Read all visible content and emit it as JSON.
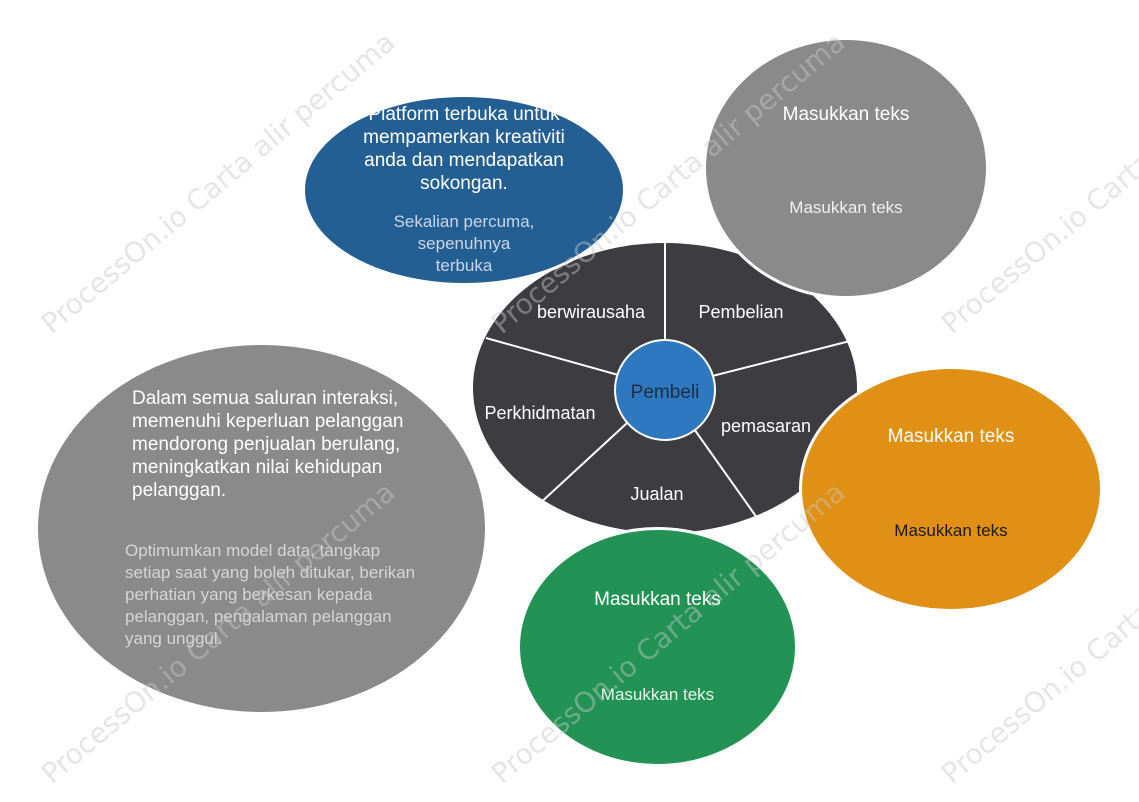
{
  "center": {
    "label": "Pembeli"
  },
  "wheel": {
    "segments": [
      "berwirausaha",
      "Pembelian",
      "pemasaran",
      "Jualan",
      "Perkhidmatan"
    ]
  },
  "bubbles": {
    "blue": {
      "title": "Platform terbuka untuk mempamerkan kreativiti anda dan mendapatkan sokongan.",
      "sub": "Sekalian percuma, sepenuhnya terbuka"
    },
    "gray_top": {
      "title": "Masukkan teks",
      "sub": "Masukkan teks"
    },
    "orange": {
      "title": "Masukkan teks",
      "sub": "Masukkan teks"
    },
    "green": {
      "title": "Masukkan teks",
      "sub": "Masukkan teks"
    },
    "gray_left": {
      "title": "Dalam semua saluran interaksi, memenuhi keperluan pelanggan mendorong penjualan berulang, meningkatkan nilai kehidupan pelanggan.",
      "sub": "Optimumkan model data, tangkap setiap saat yang boleh ditukar, berikan perhatian yang berkesan kepada pelanggan, pengalaman pelanggan yang unggul."
    }
  },
  "watermark": "ProcessOn.io Carta alir percuma",
  "colors": {
    "wheel": "#3d3c41",
    "center": "#2e78c0",
    "blue": "#245f93",
    "gray": "#8a8a8a",
    "orange": "#e09014",
    "green": "#229355"
  }
}
